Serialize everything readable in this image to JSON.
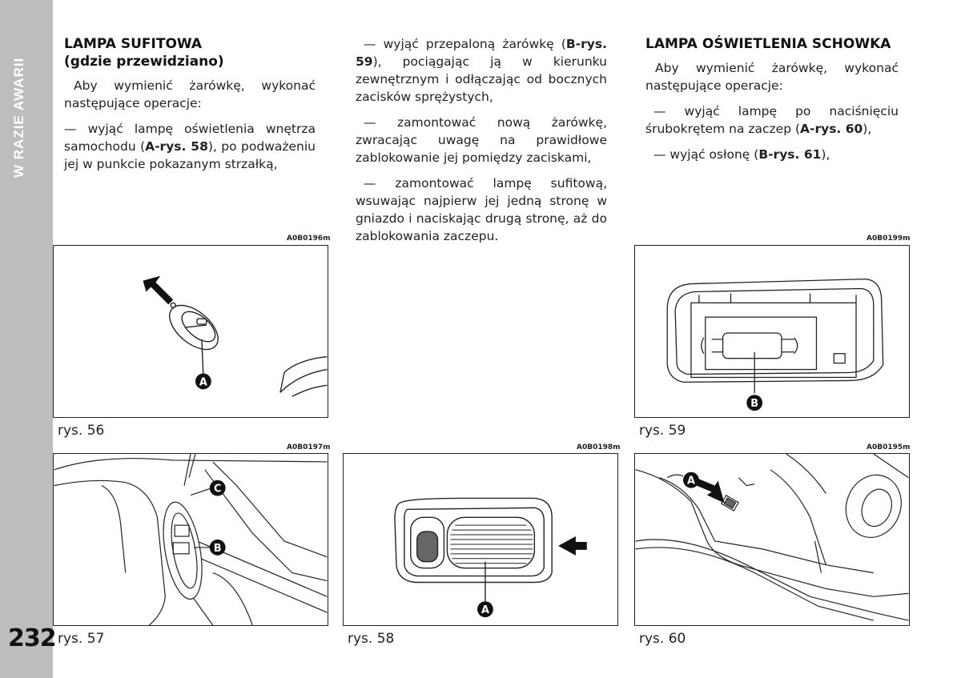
{
  "sidebar": {
    "section_title": "W RAZIE AWARII",
    "page_number": "232"
  },
  "col1": {
    "title_line1": "LAMPA SUFITOWA",
    "title_line2": "(gdzie przewidziano)",
    "p1": "Aby wymienić żarówkę, wykonać następujące operacje:",
    "p2_pre": "— wyjąć lampę oświetlenia wnętrza samochodu (",
    "p2_ref": "A-rys. 58",
    "p2_post": "), po podważeniu jej w punkcie pokazanym strzałką,"
  },
  "col2": {
    "p1_pre": "— wyjąć przepaloną żarówkę (",
    "p1_ref": "B-rys. 59",
    "p1_post": "), pociągając ją w kierunku zewnętrznym i odłączając od bocznych zacisków sprężystych,",
    "p2": "— zamontować nową żarówkę, zwracając uwagę na prawidłowe zablokowanie jej pomiędzy zaciskami,",
    "p3": "— zamontować lampę sufitową, wsuwając najpierw jej jedną stronę w gniazdo i naciskając drugą stronę, aż do zablokowania zaczepu."
  },
  "col3": {
    "title": "LAMPA OŚWIETLENIA SCHOWKA",
    "p1": "Aby wymienić żarówkę, wykonać następujące operacje:",
    "p2_pre": "— wyjąć lampę po naciśnięciu śrubokrętem na zaczep (",
    "p2_ref": "A-rys. 60",
    "p2_post": "),",
    "p3_pre": "— wyjąć osłonę (",
    "p3_ref": "B-rys. 61",
    "p3_post": "),"
  },
  "figures": {
    "f56": {
      "code": "A0B0196m",
      "caption": "rys. 56",
      "labels": [
        "A"
      ]
    },
    "f57": {
      "code": "A0B0197m",
      "caption": "rys. 57",
      "labels": [
        "C",
        "B"
      ]
    },
    "f58": {
      "code": "A0B0198m",
      "caption": "rys. 58",
      "labels": [
        "A"
      ]
    },
    "f59": {
      "code": "A0B0199m",
      "caption": "rys. 59",
      "labels": [
        "B"
      ]
    },
    "f60": {
      "code": "A0B0195m",
      "caption": "rys. 60",
      "labels": [
        "A"
      ]
    }
  },
  "colors": {
    "sidebar": "#bdbdbd",
    "line": "#222222"
  }
}
